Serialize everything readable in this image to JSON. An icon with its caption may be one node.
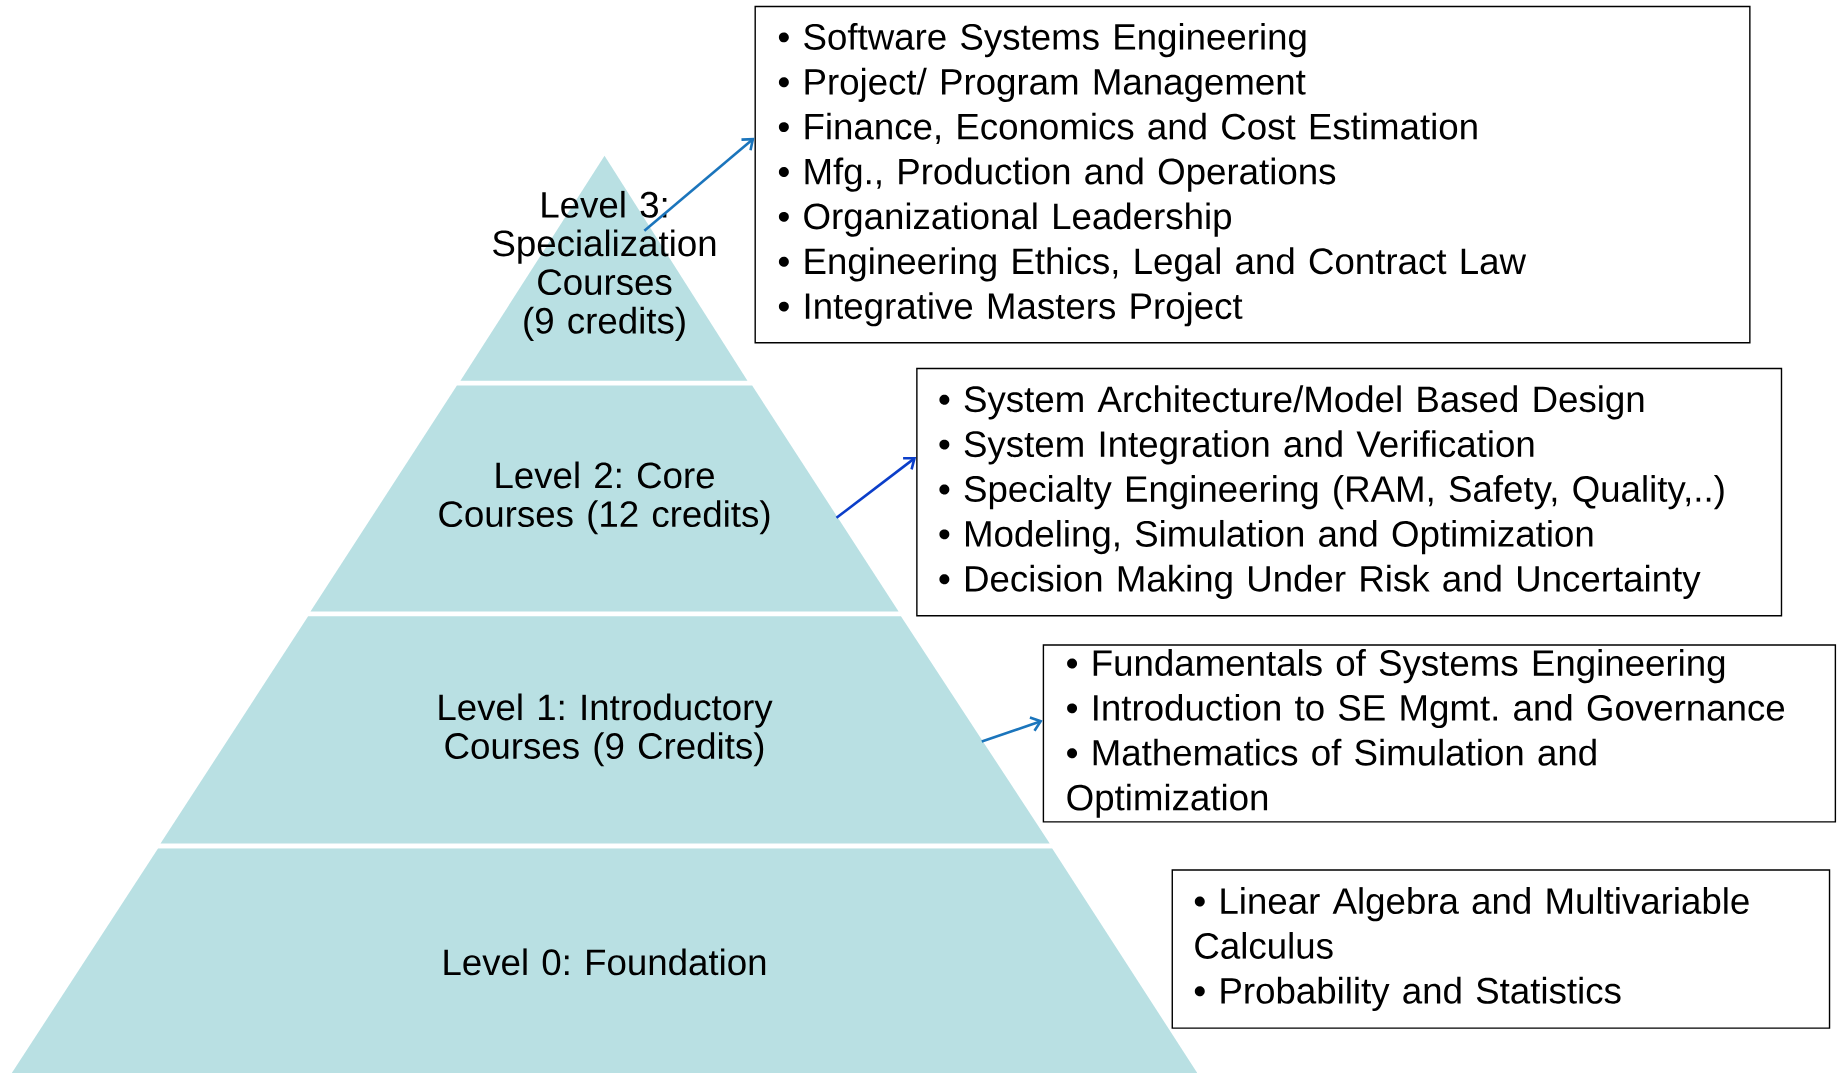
{
  "diagram": {
    "nodes": [
      {
        "text": [
          "Level 3: Specialization Courses (9 credits)"
        ]
      },
      {
        "text": [
          "• Software Systems Engineering",
          "• Project/ Program Management",
          "• Finance, Economics and Cost Estimation",
          "• Mfg., Production and Operations",
          "• Organizational Leadership",
          "• Engineering Ethics, Legal and Contract Law",
          "• Integrative Masters Project"
        ]
      },
      {
        "text": [
          "Level 2: Core Courses (12 credits)"
        ]
      },
      {
        "text": [
          "• System Architecture/Model Based Design",
          "• System Integration and Verification",
          "• Specialty Engineering (RAM, Safety, Quality,..)",
          "• Modeling, Simulation and Optimization",
          "• Decision Making Under Risk and Uncertainty"
        ]
      },
      {
        "text": [
          "Level 1: Introductory Courses (9 Credits)"
        ]
      },
      {
        "text": [
          "• Fundamentals of Systems Engineering",
          "• Introduction to SE Mgmt. and Governance",
          "• Mathematics of Simulation and Optimization"
        ]
      },
      {
        "text": [
          "Level 0: Foundation"
        ]
      },
      {
        "text": [
          "• Linear Algebra and Multivariable Calculus",
          "• Probability and Statistics"
        ]
      }
    ],
    "edges": [
      {
        "from": 0,
        "to": 1,
        "arrow": "to"
      },
      {
        "from": 2,
        "to": 3,
        "arrow": "to",
        "color": "#0b3ec9"
      },
      {
        "from": 4,
        "to": 5,
        "arrow": "to"
      }
    ]
  }
}
